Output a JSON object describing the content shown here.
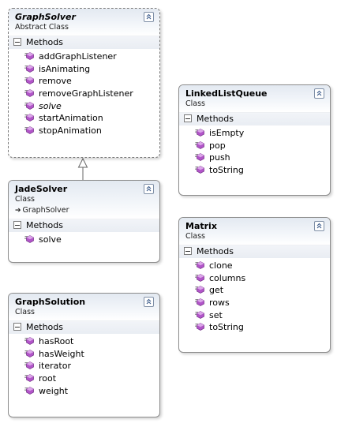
{
  "colors": {
    "method_icon": "#b255c9",
    "border": "#8c8c8c",
    "header_bg": "#e3e9f1"
  },
  "classes": {
    "graphsolver": {
      "name": "GraphSolver",
      "type": "Abstract Class",
      "section": "Methods",
      "methods": [
        "addGraphListener",
        "isAnimating",
        "remove",
        "removeGraphListener",
        "solve",
        "startAnimation",
        "stopAnimation"
      ]
    },
    "jadesolver": {
      "name": "JadeSolver",
      "type": "Class",
      "inherits": "GraphSolver",
      "section": "Methods",
      "methods": [
        "solve"
      ]
    },
    "graphsolution": {
      "name": "GraphSolution",
      "type": "Class",
      "section": "Methods",
      "methods": [
        "hasRoot",
        "hasWeight",
        "iterator",
        "root",
        "weight"
      ]
    },
    "linkedlistqueue": {
      "name": "LinkedListQueue",
      "type": "Class",
      "section": "Methods",
      "methods": [
        "isEmpty",
        "pop",
        "push",
        "toString"
      ]
    },
    "matrix": {
      "name": "Matrix",
      "type": "Class",
      "section": "Methods",
      "methods": [
        "clone",
        "columns",
        "get",
        "rows",
        "set",
        "toString"
      ]
    }
  }
}
